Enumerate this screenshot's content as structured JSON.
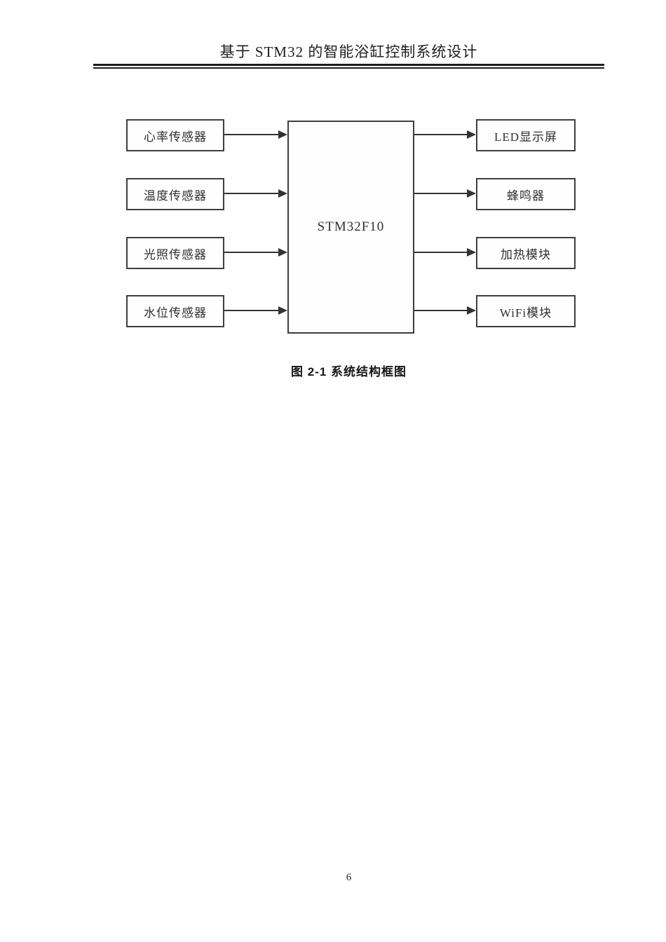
{
  "page": {
    "header_title": "基于 STM32 的智能浴缸控制系统设计",
    "page_number": "6"
  },
  "figure": {
    "caption": "图 2-1 系统结构框图",
    "type": "block-diagram",
    "line_color": "#3a3a3a",
    "mcu": {
      "label": "STM32F10"
    },
    "inputs": [
      {
        "label": "心率传感器"
      },
      {
        "label": "温度传感器"
      },
      {
        "label": "光照传感器"
      },
      {
        "label": "水位传感器"
      }
    ],
    "outputs": [
      {
        "label": "LED显示屏"
      },
      {
        "label": "蜂鸣器"
      },
      {
        "label": "加热模块"
      },
      {
        "label": "WiFi模块"
      }
    ]
  }
}
